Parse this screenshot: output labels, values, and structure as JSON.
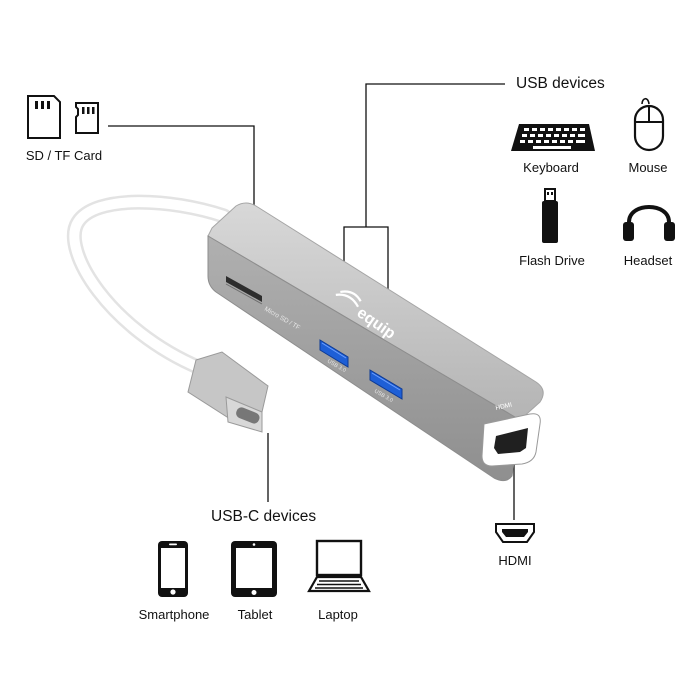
{
  "labels": {
    "sd_card": "SD / TF Card",
    "usb_devices": "USB devices",
    "keyboard": "Keyboard",
    "mouse": "Mouse",
    "flash_drive": "Flash Drive",
    "headset": "Headset",
    "usbc_devices": "USB-C devices",
    "smartphone": "Smartphone",
    "tablet": "Tablet",
    "laptop": "Laptop",
    "hdmi": "HDMI"
  },
  "device_print": {
    "brand": "equip",
    "slot_label": "Micro SD / TF",
    "usb_port_1": "USB 3.0",
    "usb_port_2": "USB 3.0",
    "hdmi_port": "HDMI"
  },
  "colors": {
    "hub_body": "#bdbdbd",
    "hub_face": "#9e9e9e",
    "usb_port_blue": "#1e5fd6",
    "line": "#111111"
  },
  "icons": [
    "sd-card-icon",
    "tf-card-icon",
    "keyboard-icon",
    "mouse-icon",
    "flash-drive-icon",
    "headset-icon",
    "smartphone-icon",
    "tablet-icon",
    "laptop-icon",
    "hdmi-connector-icon"
  ]
}
